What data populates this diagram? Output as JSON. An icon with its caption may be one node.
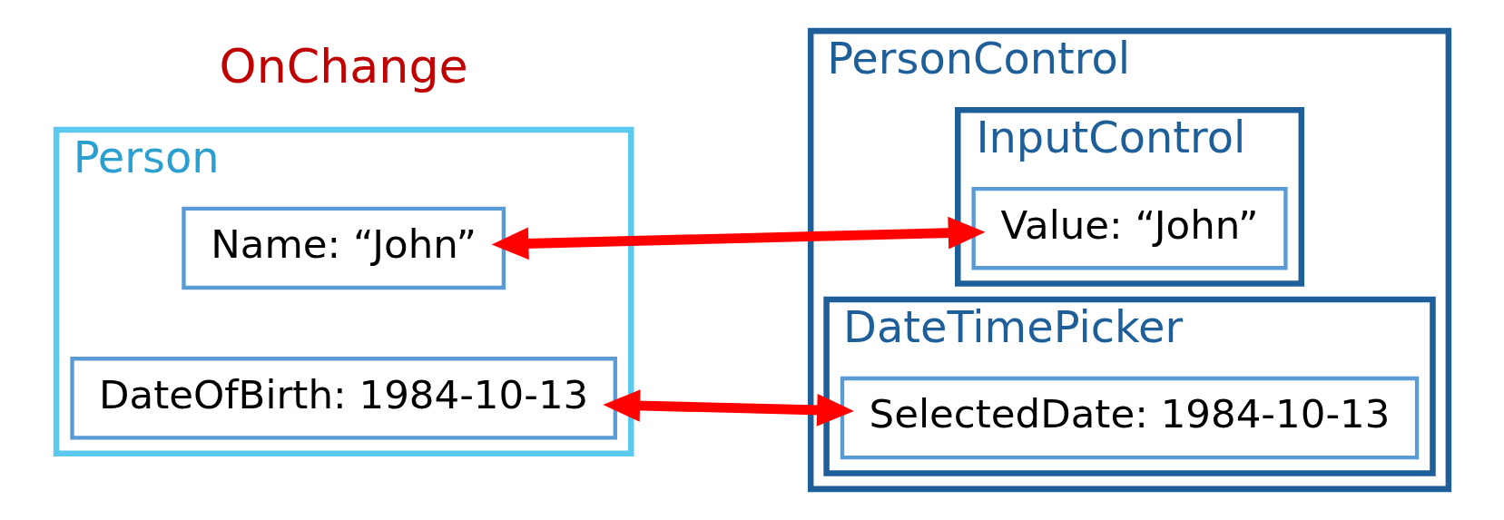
{
  "diagram": {
    "nodes": [
      {
        "text": [
          "PersonControl"
        ]
      },
      {
        "text": [
          "Person"
        ]
      },
      {
        "text": [
          "Name: “John”"
        ],
        "in": 1
      },
      {
        "text": [
          "DateOfBirth: 1984-10-13"
        ],
        "in": 1
      },
      {
        "text": [
          "InputControl"
        ],
        "in": 0
      },
      {
        "text": [
          "Value: “John”"
        ],
        "in": 4
      },
      {
        "text": [
          "DateTimePicker"
        ],
        "in": 0
      },
      {
        "text": [
          "SelectedDate: 1984-10-13"
        ],
        "in": 6
      }
    ],
    "edges": [
      {
        "from": 2,
        "to": 5,
        "arrow": "both"
      },
      {
        "from": 3,
        "to": 7,
        "arrow": "both"
      }
    ],
    "labels": [
      "OnChange"
    ]
  }
}
